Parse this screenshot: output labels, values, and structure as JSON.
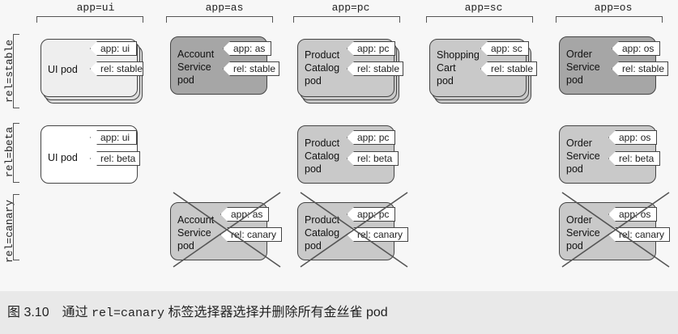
{
  "columns": [
    "app=ui",
    "app=as",
    "app=pc",
    "app=sc",
    "app=os"
  ],
  "rows": [
    "rel=stable",
    "rel=beta",
    "rel=canary"
  ],
  "pods": {
    "ui_stable": {
      "name": [
        "UI pod"
      ],
      "app_tag": "app: ui",
      "rel_tag": "rel: stable"
    },
    "as_stable": {
      "name": [
        "Account",
        "Service",
        "pod"
      ],
      "app_tag": "app: as",
      "rel_tag": "rel: stable"
    },
    "pc_stable": {
      "name": [
        "Product",
        "Catalog",
        "pod"
      ],
      "app_tag": "app: pc",
      "rel_tag": "rel: stable"
    },
    "sc_stable": {
      "name": [
        "Shopping",
        "Cart",
        "pod"
      ],
      "app_tag": "app: sc",
      "rel_tag": "rel: stable"
    },
    "os_stable": {
      "name": [
        "Order",
        "Service",
        "pod"
      ],
      "app_tag": "app: os",
      "rel_tag": "rel: stable"
    },
    "ui_beta": {
      "name": [
        "UI pod"
      ],
      "app_tag": "app: ui",
      "rel_tag": "rel: beta"
    },
    "pc_beta": {
      "name": [
        "Product",
        "Catalog",
        "pod"
      ],
      "app_tag": "app: pc",
      "rel_tag": "rel: beta"
    },
    "os_beta": {
      "name": [
        "Order",
        "Service",
        "pod"
      ],
      "app_tag": "app: os",
      "rel_tag": "rel: beta"
    },
    "as_canary": {
      "name": [
        "Account",
        "Service",
        "pod"
      ],
      "app_tag": "app: as",
      "rel_tag": "rel: canary"
    },
    "pc_canary": {
      "name": [
        "Product",
        "Catalog",
        "pod"
      ],
      "app_tag": "app: pc",
      "rel_tag": "rel: canary"
    },
    "os_canary": {
      "name": [
        "Order",
        "Service",
        "pod"
      ],
      "app_tag": "app: os",
      "rel_tag": "rel: canary"
    }
  },
  "caption": {
    "prefix": "图 3.10　通过 ",
    "code": "rel=canary",
    "suffix": " 标签选择器选择并删除所有金丝雀 pod"
  },
  "colors": {
    "stroke": "#444444",
    "pod_dark": "#a6a6a6",
    "pod_gray": "#c9c9c9",
    "pod_white": "#ffffff"
  }
}
